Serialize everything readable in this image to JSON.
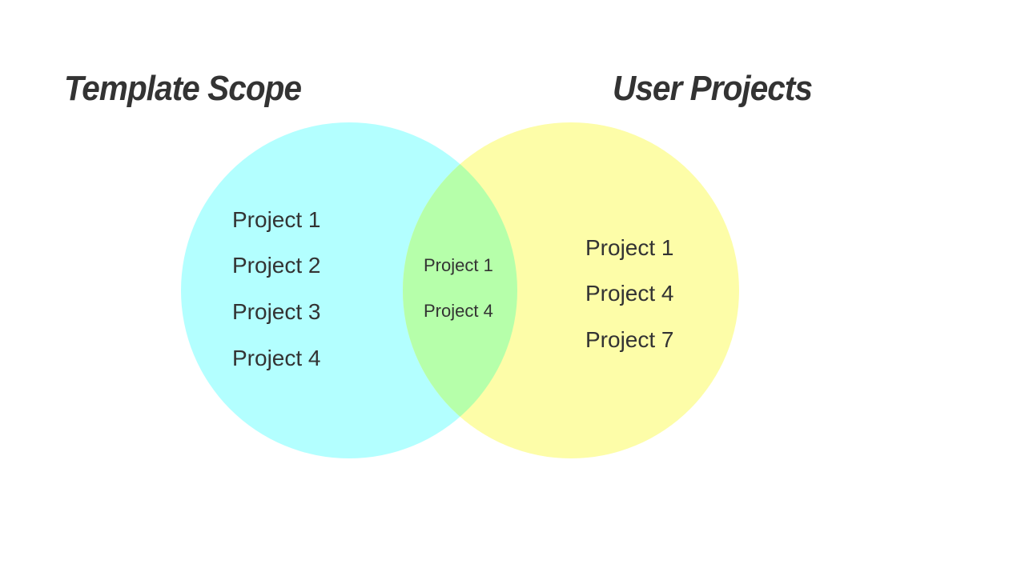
{
  "left_set": {
    "title": "Template Scope",
    "color": "#b3ffff",
    "items": [
      "Project 1",
      "Project 2",
      "Project 3",
      "Project 4"
    ]
  },
  "right_set": {
    "title": "User Projects",
    "color": "#fdfda8",
    "items": [
      "Project 1",
      "Project 4",
      "Project 7"
    ]
  },
  "intersection": {
    "color": "#b6ffaa",
    "items": [
      "Project 1",
      "Project 4"
    ]
  }
}
